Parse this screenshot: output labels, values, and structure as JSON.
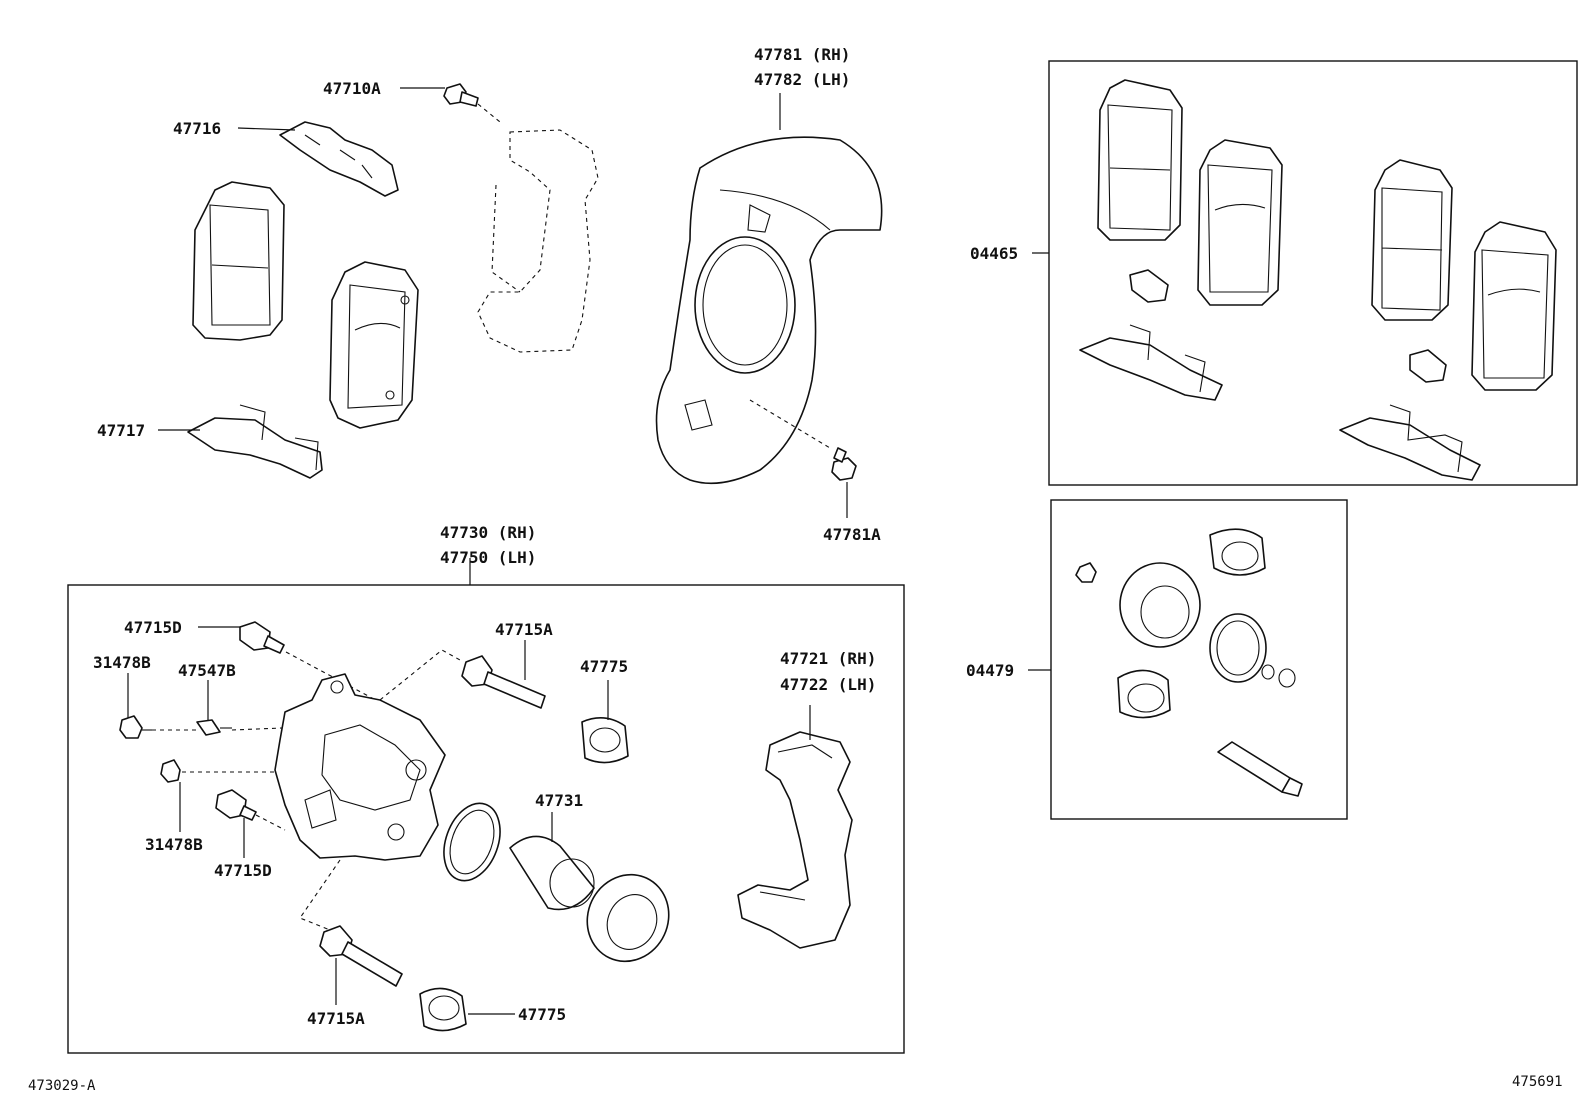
{
  "callouts": {
    "c47710A": "47710A",
    "c47716": "47716",
    "c47717": "47717",
    "c47781": "47781 (RH)",
    "c47782": "47782 (LH)",
    "c47781A": "47781A",
    "c04465": "04465",
    "c04479": "04479",
    "c47730": "47730 (RH)",
    "c47750": "47750 (LH)",
    "c47715D_top": "47715D",
    "c31478B_top": "31478B",
    "c47547B": "47547B",
    "c31478B_bot": "31478B",
    "c47715D_bot": "47715D",
    "c47715A_top": "47715A",
    "c47775_top": "47775",
    "c47731": "47731",
    "c47721": "47721 (RH)",
    "c47722": "47722 (LH)",
    "c47715A_bot": "47715A",
    "c47775_bot": "47775"
  },
  "footer": {
    "left_code": "473029-A",
    "right_code": "475691"
  }
}
